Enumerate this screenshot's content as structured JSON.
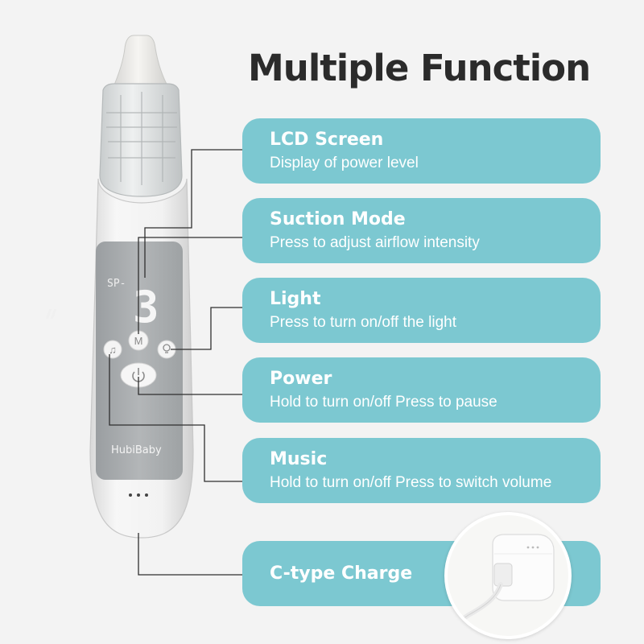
{
  "title": "Multiple Function",
  "features": [
    {
      "title": "LCD Screen",
      "desc": "Display of power level"
    },
    {
      "title": "Suction Mode",
      "desc": "Press to adjust airflow intensity"
    },
    {
      "title": "Light",
      "desc": "Press to turn on/off the light"
    },
    {
      "title": "Power",
      "desc": "Hold to turn on/off Press to pause"
    },
    {
      "title": "Music",
      "desc": "Hold to turn on/off Press to switch volume"
    },
    {
      "title": "C-type Charge"
    }
  ],
  "device": {
    "brand": "HubiBaby",
    "lcd_mode_label": "SP-",
    "lcd_digit": "3",
    "mode_button_label": "M"
  },
  "colors": {
    "card": "#7cc8d1",
    "title": "#2b2b2b",
    "background": "#f3f3f3",
    "panel": "#a9acae"
  },
  "icons": [
    "music-note-icon",
    "power-icon",
    "bulb-icon",
    "usb-c-cable-icon"
  ]
}
